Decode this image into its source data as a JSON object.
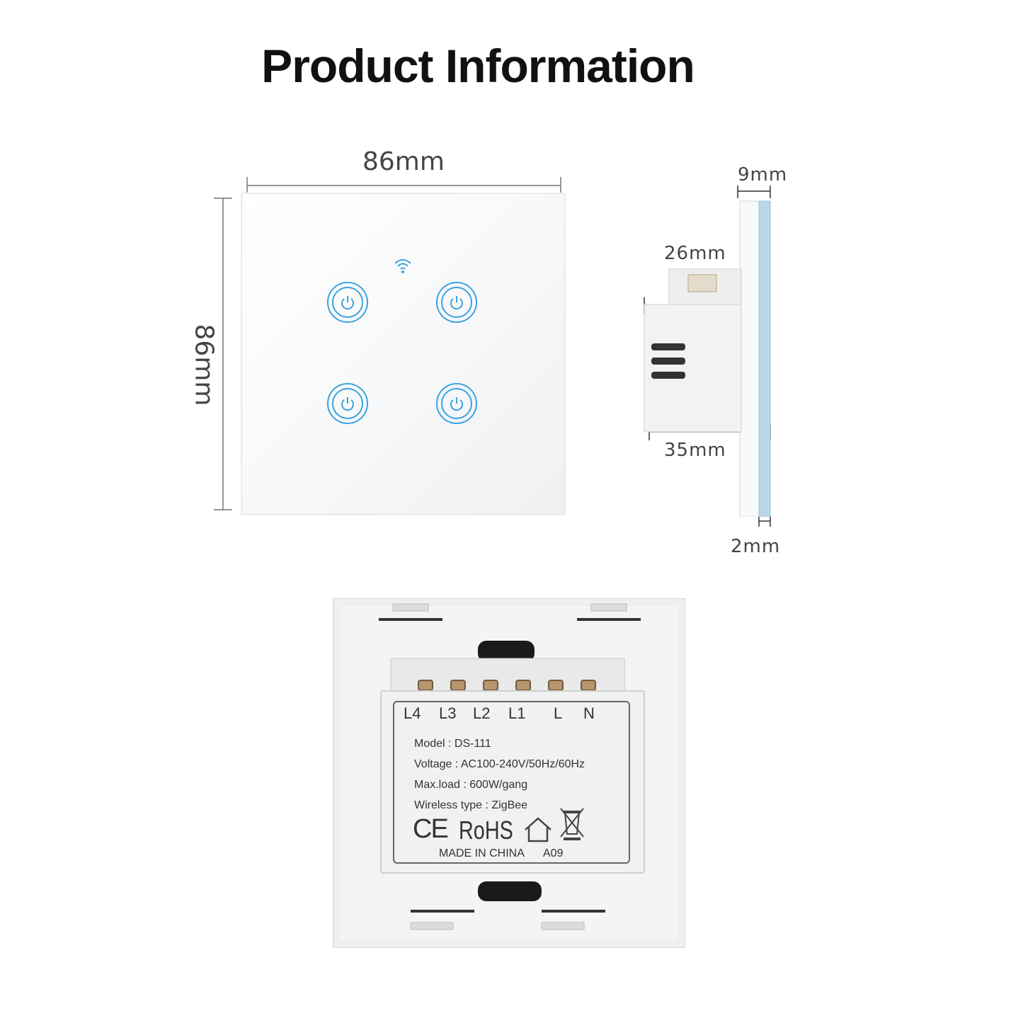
{
  "title": "Product Information",
  "dimensions": {
    "front_width": "86mm",
    "front_height": "86mm",
    "side_thickness": "9mm",
    "side_depth_body": "26mm",
    "side_depth_total": "35mm",
    "glass_thickness": "2mm"
  },
  "front": {
    "icons": [
      "wifi-icon",
      "power-icon",
      "power-icon",
      "power-icon",
      "power-icon"
    ],
    "accent_color": "#3aa3e0"
  },
  "back_label": {
    "terminals": [
      "L4",
      "L3",
      "L2",
      "L1",
      "L",
      "N"
    ],
    "model": "Model : DS-111",
    "voltage": "Voltage : AC100-240V/50Hz/60Hz",
    "max_load": "Max.load : 600W/gang",
    "wireless": "Wireless type : ZigBee",
    "cert_ce": "CE",
    "cert_rohs": "RoHS",
    "origin": "MADE IN CHINA",
    "code": "A09"
  }
}
